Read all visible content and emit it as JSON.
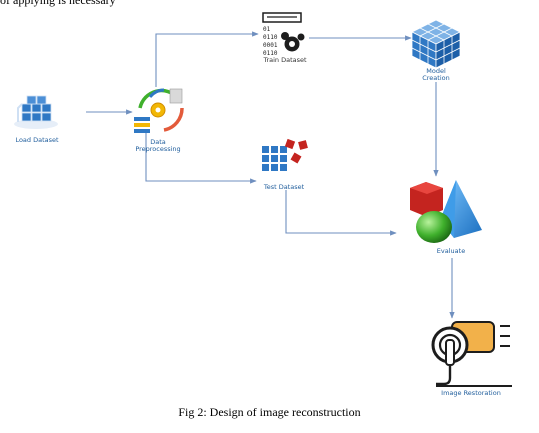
{
  "header_text": "of applying is necessary",
  "nodes": {
    "load_dataset": "Load Dataset",
    "data_preprocessing_line1": "Data",
    "data_preprocessing_line2": "Preprocessing",
    "train_dataset": "Train Dataset",
    "model_creation_line1": "Model",
    "model_creation_line2": "Creation",
    "test_dataset": "Test Dataset",
    "evaluate": "Evaluate",
    "image_restoration": "Image Restoration"
  },
  "train_icon_bits": [
    "01",
    "0110",
    "0001",
    "0110"
  ],
  "caption": "Fig 2: Design of image reconstruction",
  "colors": {
    "arrow": "#6f8fbf",
    "label": "#1f5d9c",
    "cube_blue": "#2f78c4",
    "cube_light": "#7fb3e6",
    "red": "#c4241f",
    "green": "#3fb02c",
    "pyramid": "#2f8fd8",
    "icon_dark": "#1d1d1d",
    "icon_orange": "#e9a235"
  }
}
